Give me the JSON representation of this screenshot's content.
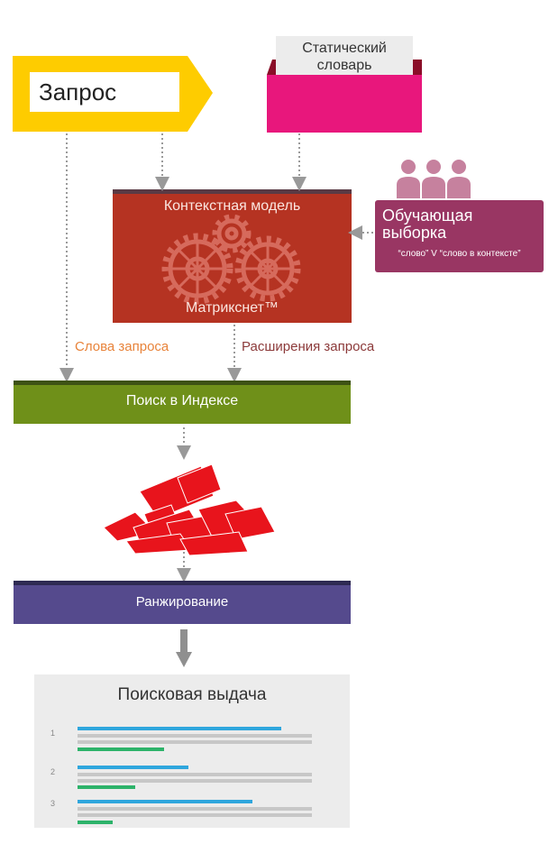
{
  "query": {
    "label": "Запрос"
  },
  "dictionary": {
    "label": "Статический словарь"
  },
  "context_model": {
    "title": "Контекстная модель",
    "engine": "Матрикснет™"
  },
  "training": {
    "title": "Обучающая выборка",
    "note": "“слово” V “слово в контексте”"
  },
  "labels": {
    "query_words": "Слова запроса",
    "query_extensions": "Расширения запроса"
  },
  "index_search": {
    "label": "Поиск в Индексе"
  },
  "ranking": {
    "label": "Ранжирование"
  },
  "results": {
    "title": "Поисковая выдача",
    "items": [
      {
        "num": "1"
      },
      {
        "num": "2"
      },
      {
        "num": "3"
      }
    ]
  },
  "colors": {
    "query": "#fecc00",
    "dictionary": "#e8177c",
    "context_model": "#b53322",
    "training": "#993663",
    "index_search": "#6f9019",
    "ranking": "#554a8d",
    "result_link": "#2fa6dd",
    "result_url": "#2db36a"
  }
}
